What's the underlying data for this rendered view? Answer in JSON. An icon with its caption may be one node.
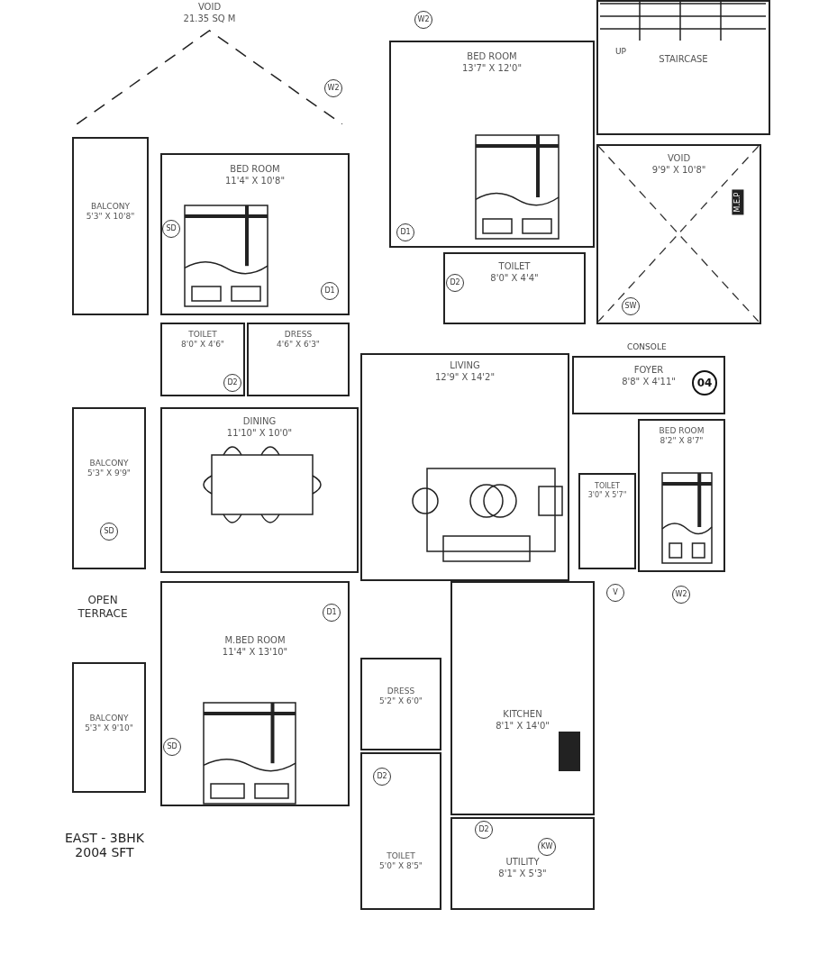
{
  "diagram": {
    "caption": "EAST - 3BHK 2004 SFT",
    "nodes": [
      {
        "text": [
          "VOID",
          "21.35 SQ M"
        ]
      },
      {
        "text": [
          "BED ROOM",
          "13'7\" X 12'0\""
        ]
      },
      {
        "text": [
          "STAIRCASE"
        ]
      },
      {
        "text": [
          "BALCONY",
          "5'3\" X 10'8\""
        ]
      },
      {
        "text": [
          "BED ROOM",
          "11'4\" X 10'8\""
        ]
      },
      {
        "text": [
          "VOID",
          "9'9\" X 10'8\""
        ]
      },
      {
        "text": [
          "TOILET",
          "8'0\" X 4'4\""
        ]
      },
      {
        "text": [
          "TOILET",
          "8'0\" X 4'6\""
        ]
      },
      {
        "text": [
          "DRESS",
          "4'6\" X 6'3\""
        ]
      },
      {
        "text": [
          "LIVING",
          "12'9\" X 14'2\""
        ]
      },
      {
        "text": [
          "FOYER",
          "8'8\" X 4'11\""
        ]
      },
      {
        "text": [
          "BALCONY",
          "5'3\" X 9'9\""
        ]
      },
      {
        "text": [
          "DINING",
          "11'10\" X 10'0\""
        ]
      },
      {
        "text": [
          "BED ROOM",
          "8'2\" X 8'7\""
        ]
      },
      {
        "text": [
          "TOILET",
          "3'0\" X 5'7\""
        ]
      },
      {
        "text": [
          "OPEN TERRACE"
        ]
      },
      {
        "text": [
          "BALCONY",
          "5'3\" X 9'10\""
        ]
      },
      {
        "text": [
          "M.BED ROOM",
          "11'4\" X 13'10\""
        ]
      },
      {
        "text": [
          "DRESS",
          "5'2\" X 6'0\""
        ]
      },
      {
        "text": [
          "KITCHEN",
          "8'1\" X 14'0\""
        ]
      },
      {
        "text": [
          "TOILET",
          "5'0\" X 8'5\""
        ]
      },
      {
        "text": [
          "UTILITY",
          "8'1\" X 5'3\""
        ]
      }
    ],
    "labels": [
      "W2",
      "W2",
      "UP",
      "M.E.P",
      "SW",
      "SD",
      "D1",
      "D1",
      "D2",
      "D2",
      "CONSOLE",
      "04",
      "SD",
      "V",
      "W2",
      "D1",
      "SD",
      "D2",
      "D2",
      "KW"
    ]
  }
}
